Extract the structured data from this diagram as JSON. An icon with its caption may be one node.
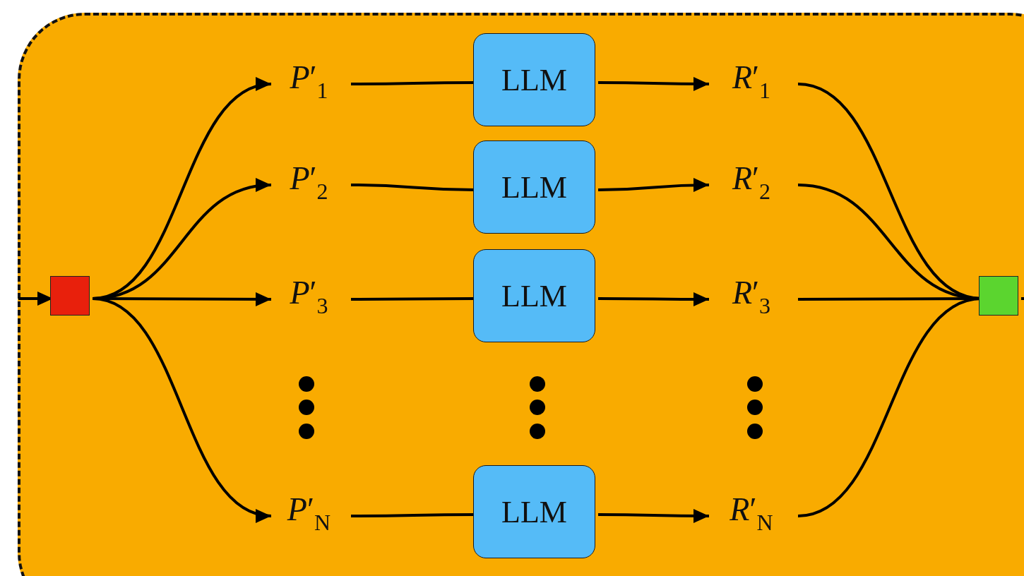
{
  "diagram": {
    "nodes": [
      {
        "text": [],
        "shape": "box"
      },
      {
        "text": [],
        "shape": "box",
        "in": 0
      },
      {
        "text": [
          "*P*′$_{1}$"
        ],
        "in": 0
      },
      {
        "text": [
          "*P*′$_{2}$"
        ],
        "in": 0
      },
      {
        "text": [
          "*P*′$_{3}$"
        ],
        "in": 0
      },
      {
        "text": [
          "*P*′$_{N}$"
        ],
        "in": 0
      },
      {
        "text": [
          "LLM"
        ],
        "in": 0
      },
      {
        "text": [
          "LLM"
        ],
        "in": 0
      },
      {
        "text": [
          "LLM"
        ],
        "in": 0
      },
      {
        "text": [
          "LLM"
        ],
        "in": 0
      },
      {
        "text": [
          "*R*′$_{1}$"
        ],
        "in": 0
      },
      {
        "text": [
          "*R*′$_{2}$"
        ],
        "in": 0
      },
      {
        "text": [
          "*R*′$_{3}$"
        ],
        "in": 0
      },
      {
        "text": [
          "*R*′$_{N}$"
        ],
        "in": 0
      },
      {
        "text": [],
        "shape": "box",
        "in": 0
      }
    ],
    "edges": [
      {
        "from": null,
        "to": 1,
        "arrow": "to"
      },
      {
        "from": 1,
        "to": 2,
        "arrow": "to"
      },
      {
        "from": 1,
        "to": 3,
        "arrow": "to"
      },
      {
        "from": 1,
        "to": 4,
        "arrow": "to"
      },
      {
        "from": 1,
        "to": 5,
        "arrow": "to"
      },
      {
        "from": 2,
        "to": 6,
        "arrow": "none"
      },
      {
        "from": 3,
        "to": 7,
        "arrow": "none"
      },
      {
        "from": 4,
        "to": 8,
        "arrow": "none"
      },
      {
        "from": 5,
        "to": 9,
        "arrow": "none"
      },
      {
        "from": 6,
        "to": 10,
        "arrow": "to"
      },
      {
        "from": 7,
        "to": 11,
        "arrow": "to"
      },
      {
        "from": 8,
        "to": 12,
        "arrow": "to"
      },
      {
        "from": 9,
        "to": 13,
        "arrow": "to"
      },
      {
        "from": 10,
        "to": 14,
        "arrow": "none"
      },
      {
        "from": 11,
        "to": 14,
        "arrow": "none"
      },
      {
        "from": 12,
        "to": 14,
        "arrow": "none"
      },
      {
        "from": 13,
        "to": 14,
        "arrow": "none"
      },
      {
        "from": 14,
        "to": null,
        "arrow": "none"
      }
    ]
  }
}
